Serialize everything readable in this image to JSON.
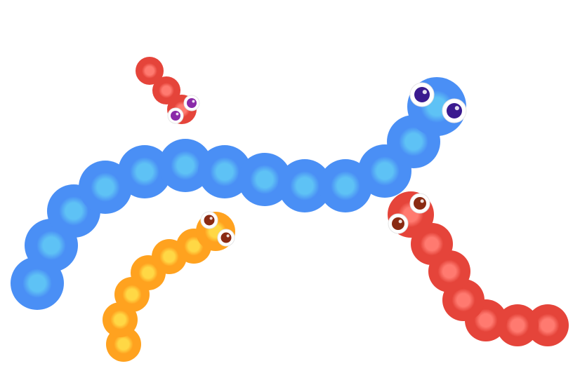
{
  "scene": {
    "background": "#ffffff",
    "worms": [
      {
        "name": "blue-worm",
        "body_color": "#4a8ff5",
        "body_light": "#5ec2f5",
        "eye_color": "#3a1a8f",
        "eye_count": 2
      },
      {
        "name": "yellow-worm",
        "body_color": "#ffa21f",
        "body_light": "#ffd845",
        "eye_color": "#8a2a12",
        "eye_count": 2
      },
      {
        "name": "red-worm",
        "body_color": "#e5443a",
        "body_light": "#ff7a70",
        "eye_color": "#8a2a12",
        "eye_count": 2
      },
      {
        "name": "small-red-worm",
        "body_color": "#e5443a",
        "body_light": "#ff7a70",
        "eye_color": "#8a2aa8",
        "eye_count": 2
      }
    ]
  }
}
